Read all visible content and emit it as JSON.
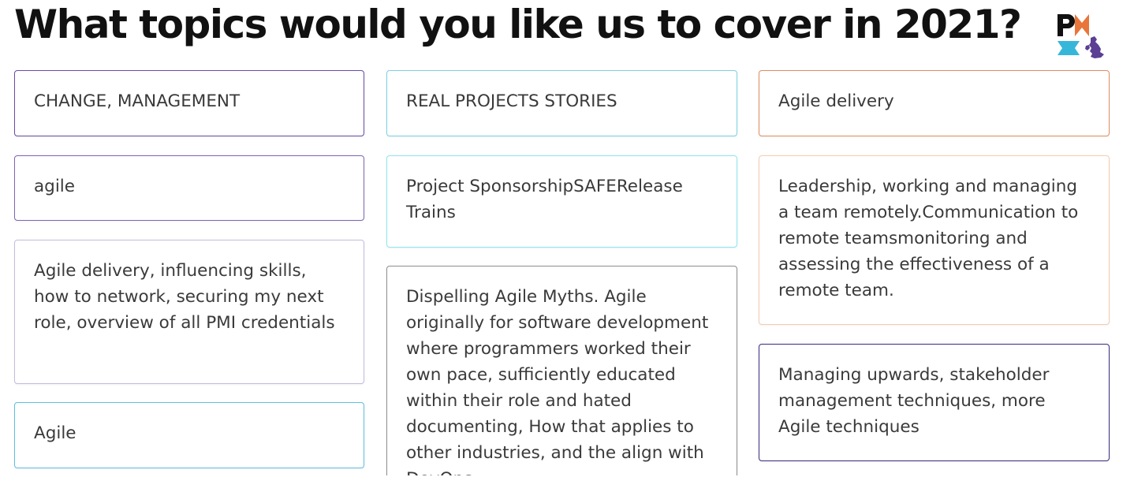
{
  "page": {
    "title": "What topics would you like us to cover in 2021?",
    "logo_text": "PMI"
  },
  "colors": {
    "purple": "#6a4aa6",
    "light_purple": "#b9addb",
    "cyan": "#5cc0de",
    "light_cyan": "#7fe4ec",
    "gray": "#8d8d8d",
    "orange": "#e08c62",
    "light_orange": "#f5c8a8",
    "dark_purple": "#3c2a80"
  },
  "cards": [
    {
      "text": "CHANGE, MANAGEMENT",
      "color": "#6a4aa6"
    },
    {
      "text": "agile",
      "color": "#7f63b5"
    },
    {
      "text": "Agile delivery, influencing skills, how to network, securing my next role, overview of all PMI credentials",
      "color": "#c4bce0"
    },
    {
      "text": "Agile",
      "color": "#5cc0de"
    },
    {
      "text": "REAL PROJECTS STORIES",
      "color": "#7cd0e4"
    },
    {
      "text": "Project SponsorshipSAFERelease Trains",
      "color": "#8fe6ee"
    },
    {
      "text": "Dispelling Agile Myths. Agile originally for software development where programmers worked their own pace, sufficiently educated within their role and hated documenting, How that applies to other industries, and the align with DevOps",
      "color": "#8d8d8d"
    },
    {
      "text": "Agile delivery",
      "color": "#e08c62"
    },
    {
      "text": "Leadership, working and managing a team remotely.Communication to remote teamsmonitoring and assessing the effectiveness of a remote team.",
      "color": "#f5cbb0"
    },
    {
      "text": "Managing upwards, stakeholder management techniques, more Agile techniques",
      "color": "#3c2a80"
    }
  ]
}
